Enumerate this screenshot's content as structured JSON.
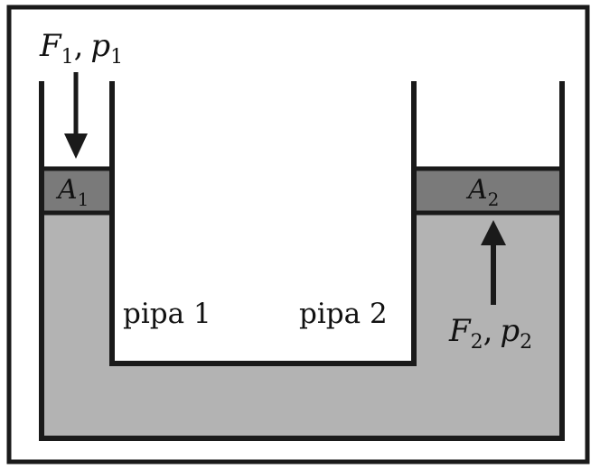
{
  "labels": {
    "force1": "F",
    "force1_sub": "1",
    "pressure1": "p",
    "pressure1_sub": "1",
    "area1": "A",
    "area1_sub": "1",
    "area2": "A",
    "area2_sub": "2",
    "pipe1": "pipa 1",
    "pipe2": "pipa 2",
    "force2": "F",
    "force2_sub": "2",
    "pressure2": "p",
    "pressure2_sub": "2",
    "separator": ","
  },
  "colors": {
    "frame": "#1a1a1a",
    "fluid": "#b3b3b3",
    "piston": "#7a7a7a",
    "background": "#ffffff",
    "text": "#111111"
  }
}
